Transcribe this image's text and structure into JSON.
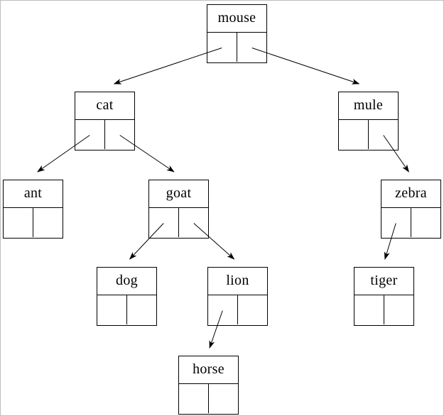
{
  "diagram": {
    "type": "binary-search-tree",
    "nodes": [
      {
        "id": "mouse",
        "label": "mouse"
      },
      {
        "id": "cat",
        "label": "cat"
      },
      {
        "id": "mule",
        "label": "mule"
      },
      {
        "id": "ant",
        "label": "ant"
      },
      {
        "id": "goat",
        "label": "goat"
      },
      {
        "id": "zebra",
        "label": "zebra"
      },
      {
        "id": "dog",
        "label": "dog"
      },
      {
        "id": "lion",
        "label": "lion"
      },
      {
        "id": "tiger",
        "label": "tiger"
      },
      {
        "id": "horse",
        "label": "horse"
      }
    ],
    "edges": [
      {
        "from": "mouse",
        "pointer": "left",
        "to": "cat"
      },
      {
        "from": "mouse",
        "pointer": "right",
        "to": "mule"
      },
      {
        "from": "cat",
        "pointer": "left",
        "to": "ant"
      },
      {
        "from": "cat",
        "pointer": "right",
        "to": "goat"
      },
      {
        "from": "mule",
        "pointer": "right",
        "to": "zebra"
      },
      {
        "from": "goat",
        "pointer": "left",
        "to": "dog"
      },
      {
        "from": "goat",
        "pointer": "right",
        "to": "lion"
      },
      {
        "from": "zebra",
        "pointer": "left",
        "to": "tiger"
      },
      {
        "from": "lion",
        "pointer": "left",
        "to": "horse"
      }
    ],
    "colors": {
      "line": "#000000",
      "background": "#ffffff",
      "frame": "#bdbdbd"
    }
  }
}
